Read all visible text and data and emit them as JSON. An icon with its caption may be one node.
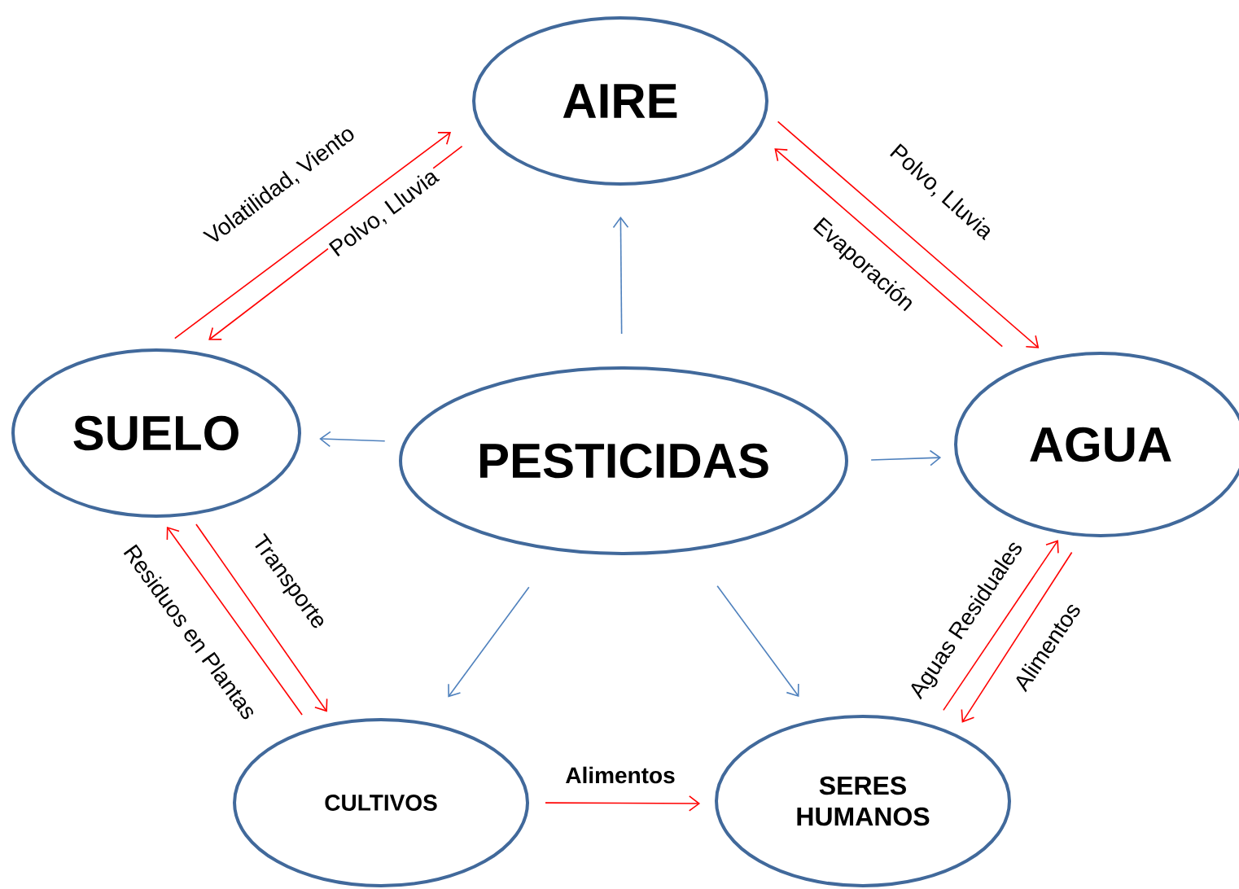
{
  "diagram": {
    "nodes": [
      {
        "text": [
          "AIRE"
        ]
      },
      {
        "text": [
          "SUELO"
        ]
      },
      {
        "text": [
          "PESTICIDAS"
        ]
      },
      {
        "text": [
          "AGUA"
        ]
      },
      {
        "text": [
          "CULTIVOS"
        ]
      },
      {
        "text": [
          "SERES HUMANOS"
        ]
      }
    ],
    "edges": [
      {
        "from": 2,
        "to": 0,
        "arrow": "to",
        "color": "#4f81bd"
      },
      {
        "from": 2,
        "to": 1,
        "arrow": "to",
        "color": "#4f81bd"
      },
      {
        "from": 2,
        "to": 3,
        "arrow": "to",
        "color": "#4f81bd"
      },
      {
        "from": 2,
        "to": 4,
        "arrow": "to",
        "color": "#4f81bd"
      },
      {
        "from": 2,
        "to": 5,
        "arrow": "to",
        "color": "#4f81bd"
      },
      {
        "from": 1,
        "to": 0,
        "arrow": "to",
        "label": "Volatilidad, Viento"
      },
      {
        "from": 0,
        "to": 1,
        "arrow": "to",
        "label": "Polvo, Lluvia"
      },
      {
        "from": 0,
        "to": 3,
        "arrow": "to",
        "label": "Polvo, Lluvia"
      },
      {
        "from": 3,
        "to": 0,
        "arrow": "to",
        "label": "Evaporación"
      },
      {
        "from": 1,
        "to": 4,
        "arrow": "to",
        "label": "Transporte"
      },
      {
        "from": 4,
        "to": 1,
        "arrow": "to",
        "label": "Residuos en Plantas"
      },
      {
        "from": 4,
        "to": 5,
        "arrow": "to",
        "label": "Alimentos"
      },
      {
        "from": 5,
        "to": 3,
        "arrow": "to",
        "label": "Aguas Residuales"
      },
      {
        "from": 3,
        "to": 5,
        "arrow": "to",
        "label": "Alimentos"
      }
    ]
  }
}
